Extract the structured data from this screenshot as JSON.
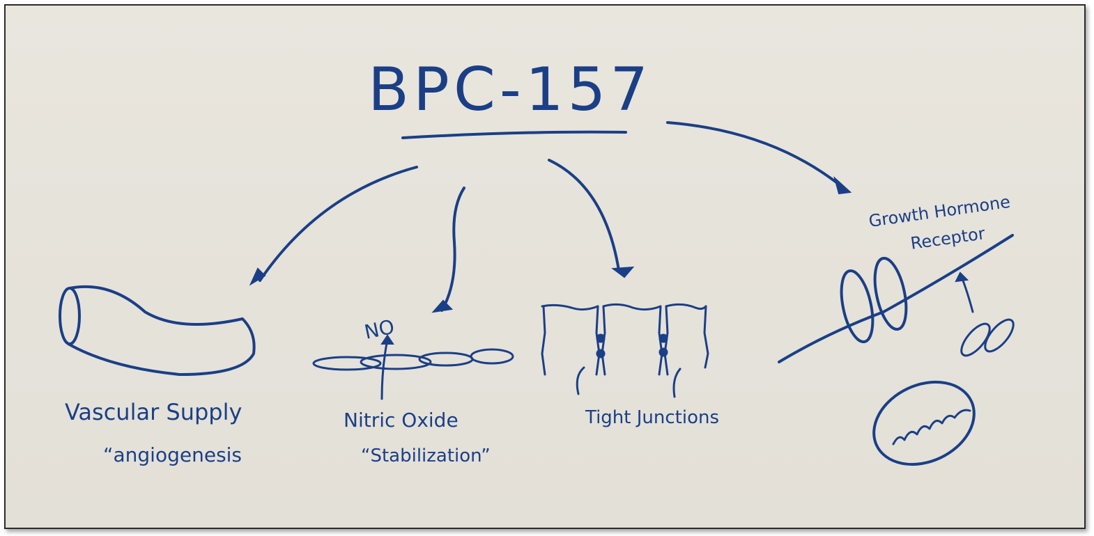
{
  "diagram": {
    "title": "BPC-157",
    "branches": [
      {
        "label": "Vascular Supply",
        "sublabel": "“angiogenesis"
      },
      {
        "label": "Nitric Oxide",
        "sublabel": "“Stabilization”",
        "annotation": "NO"
      },
      {
        "label": "Tight Junctions"
      },
      {
        "label": "Growth Hormone",
        "label2": "Receptor"
      }
    ]
  },
  "colors": {
    "ink": "#1b3f86",
    "board": "#e6e3db"
  }
}
